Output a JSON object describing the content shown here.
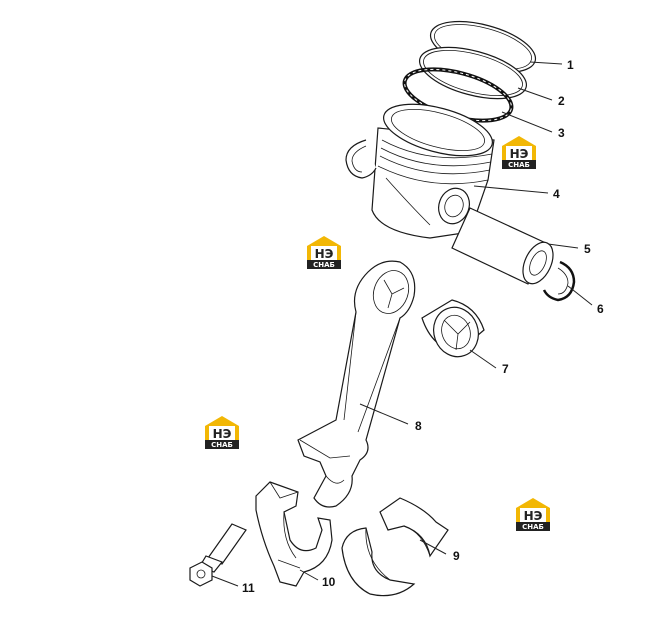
{
  "callouts": [
    "1",
    "2",
    "3",
    "4",
    "5",
    "6",
    "7",
    "8",
    "9",
    "10",
    "11"
  ],
  "watermark": {
    "letters": "НЭ",
    "word": "СНАБ",
    "accent": "#f2b705",
    "dark": "#222222"
  }
}
